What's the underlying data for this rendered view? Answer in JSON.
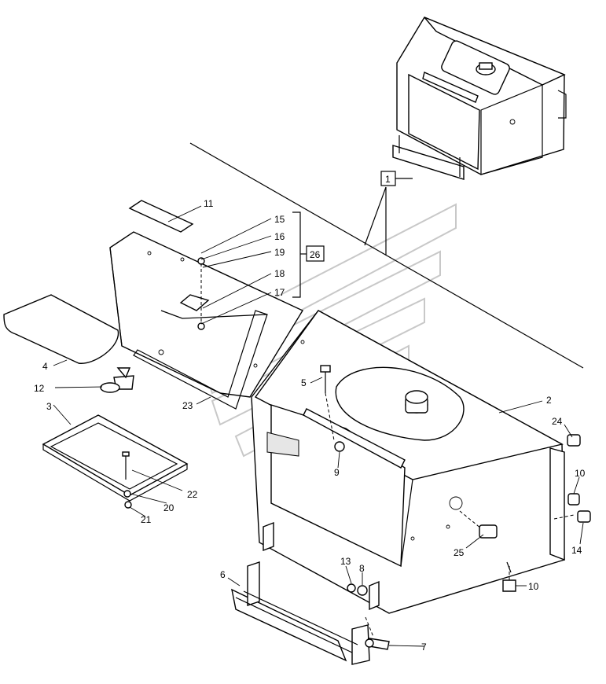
{
  "diagram": {
    "callouts": {
      "c1": "1",
      "c2": "2",
      "c3": "3",
      "c4": "4",
      "c5": "5",
      "c6": "6",
      "c7": "7",
      "c8": "8",
      "c9": "9",
      "c10a": "10",
      "c10b": "10",
      "c11": "11",
      "c12": "12",
      "c13": "13",
      "c14": "14",
      "c15": "15",
      "c16": "16",
      "c17": "17",
      "c18": "18",
      "c19": "19",
      "c20": "20",
      "c21": "21",
      "c22": "22",
      "c23": "23",
      "c24": "24",
      "c25": "25",
      "c26": "26"
    }
  }
}
